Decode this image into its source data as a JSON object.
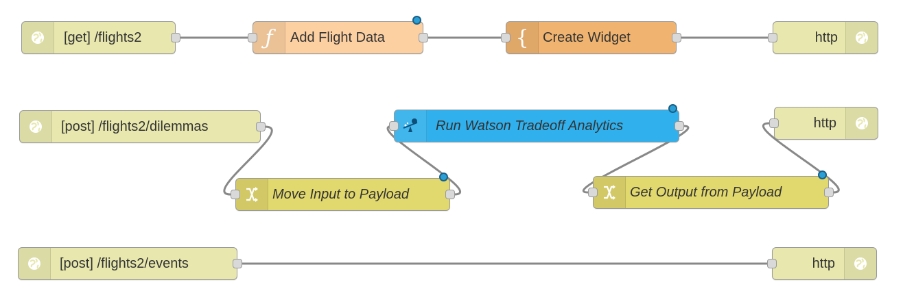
{
  "flows": [
    {
      "nodes": [
        {
          "id": "get-flights2",
          "label": "[get] /flights2",
          "type": "http-in",
          "color": "#e7e7ae",
          "icon": "globe-icon"
        },
        {
          "id": "add-flight-data",
          "label": "Add Flight Data",
          "type": "function",
          "color": "#fdd0a2",
          "icon": "function-icon"
        },
        {
          "id": "create-widget",
          "label": "Create Widget",
          "type": "template",
          "color": "#f0b470",
          "icon": "template-icon"
        },
        {
          "id": "http-response-1",
          "label": "http",
          "type": "http-response",
          "color": "#e7e7ae",
          "icon": "globe-icon"
        }
      ]
    },
    {
      "nodes": [
        {
          "id": "post-dilemmas",
          "label": "[post] /flights2/dilemmas",
          "type": "http-in",
          "color": "#e7e7ae",
          "icon": "globe-icon"
        },
        {
          "id": "move-input",
          "label": "Move Input to Payload",
          "type": "change",
          "color": "#e2d96e",
          "icon": "shuffle-icon"
        },
        {
          "id": "watson-tradeoff",
          "label": "Run Watson Tradeoff Analytics",
          "type": "tradeoff-analytics",
          "color": "#30b0ec",
          "icon": "balance-icon"
        },
        {
          "id": "get-output",
          "label": "Get Output from Payload",
          "type": "change",
          "color": "#e2d96e",
          "icon": "shuffle-icon"
        },
        {
          "id": "http-response-2",
          "label": "http",
          "type": "http-response",
          "color": "#e7e7ae",
          "icon": "globe-icon"
        }
      ]
    },
    {
      "nodes": [
        {
          "id": "post-events",
          "label": "[post] /flights2/events",
          "type": "http-in",
          "color": "#e7e7ae",
          "icon": "globe-icon"
        },
        {
          "id": "http-response-3",
          "label": "http",
          "type": "http-response",
          "color": "#e7e7ae",
          "icon": "globe-icon"
        }
      ]
    }
  ],
  "status_dot_color": "#2a9fd6",
  "wire_color": "#888888"
}
